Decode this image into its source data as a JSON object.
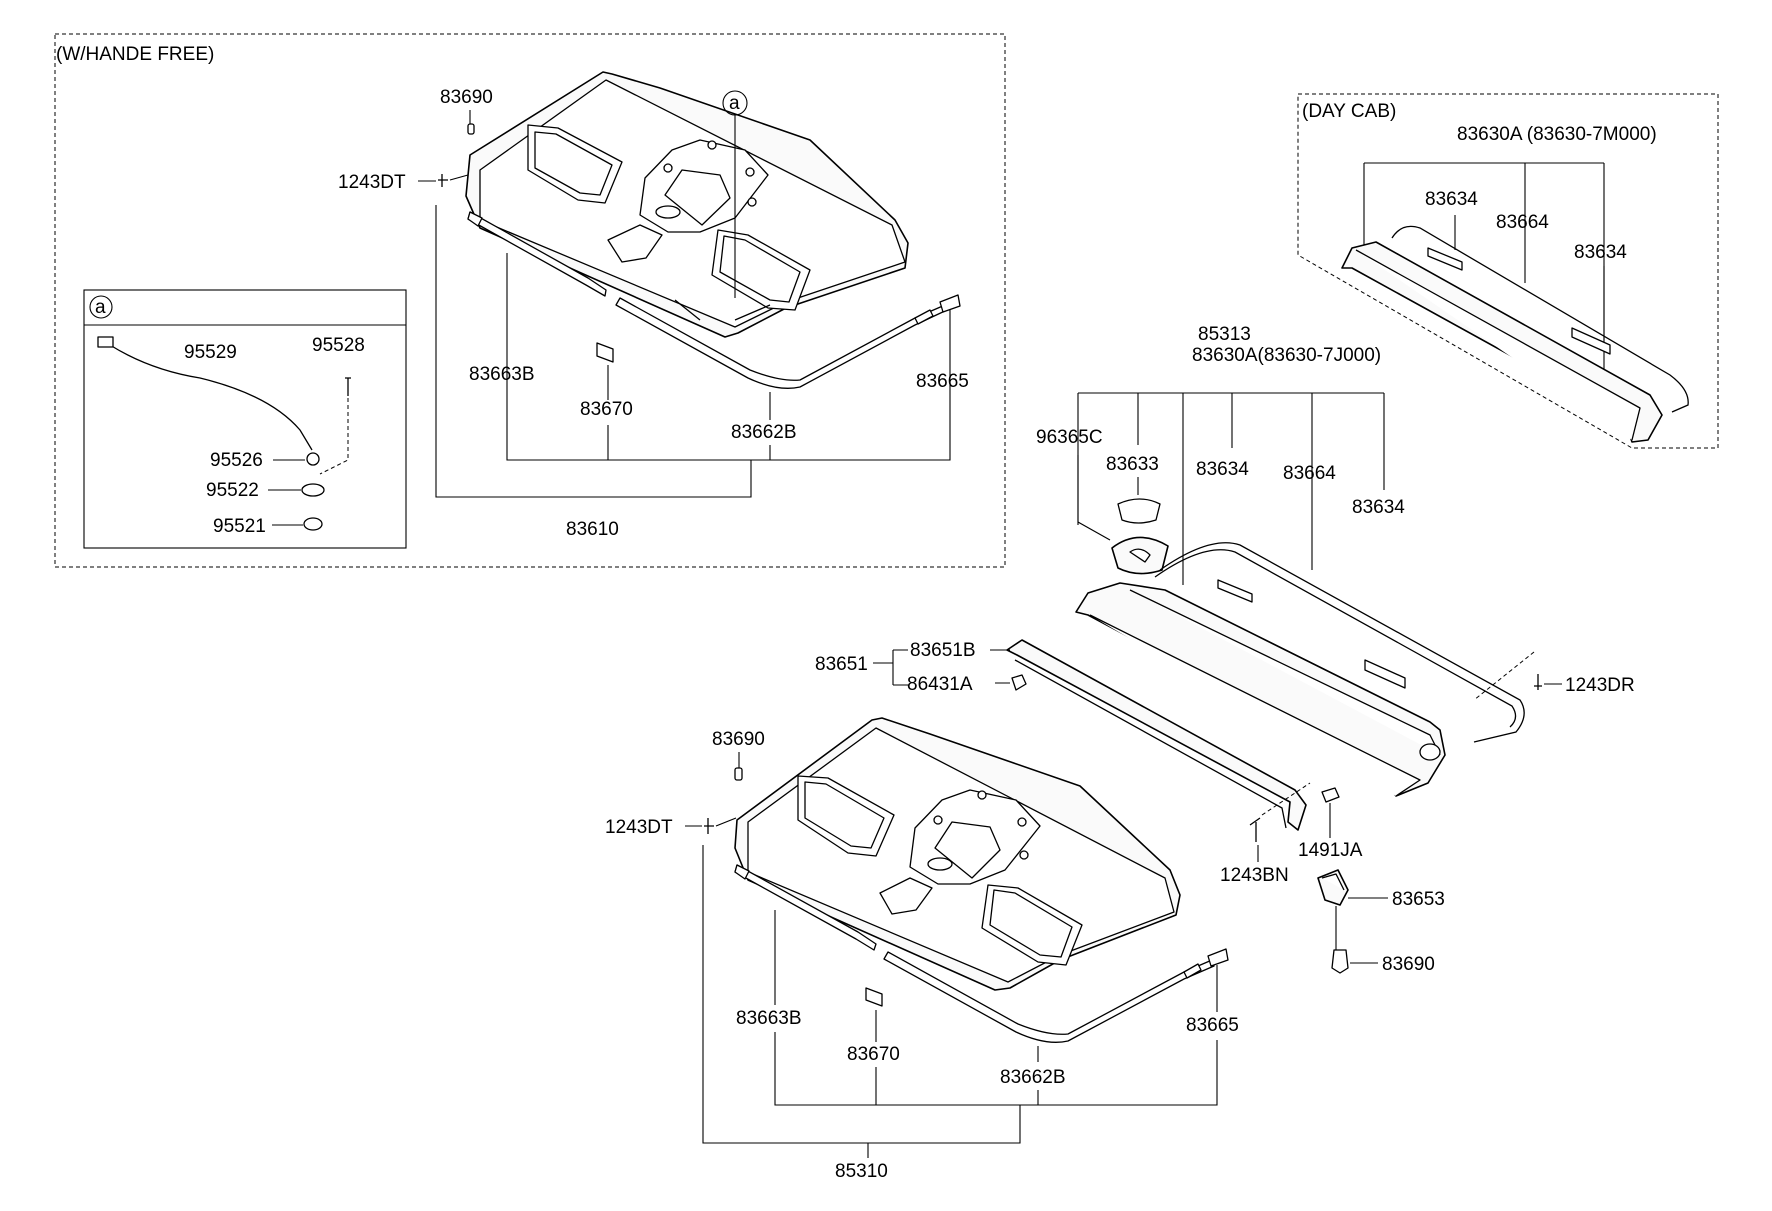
{
  "diagram": {
    "groups": {
      "hands_free": "(W/HANDE FREE)",
      "day_cab": "(DAY CAB)",
      "detail_a_marker": "a",
      "callout_a": "a"
    },
    "labels": {
      "hf_83690": "83690",
      "hf_1243DT": "1243DT",
      "hf_83663B": "83663B",
      "hf_83670": "83670",
      "hf_83662B": "83662B",
      "hf_83665": "83665",
      "hf_83610": "83610",
      "a_95529": "95529",
      "a_95528": "95528",
      "a_95526": "95526",
      "a_95522": "95522",
      "a_95521": "95521",
      "dc_83630A": "83630A (83630-7M000)",
      "dc_83634_l": "83634",
      "dc_83664": "83664",
      "dc_83634_r": "83634",
      "m_85313": "85313",
      "m_83630A": "83630A(83630-7J000)",
      "m_96365C": "96365C",
      "m_83633": "83633",
      "m_83634_l": "83634",
      "m_83664": "83664",
      "m_83634_r": "83634",
      "m_1243DR": "1243DR",
      "m_83651": "83651",
      "m_83651B": "83651B",
      "m_86431A": "86431A",
      "m_1243BN": "1243BN",
      "m_1491JA": "1491JA",
      "m_83653": "83653",
      "m_83690_r": "83690",
      "b_83690": "83690",
      "b_1243DT": "1243DT",
      "b_83663B": "83663B",
      "b_83670": "83670",
      "b_83662B": "83662B",
      "b_83665": "83665",
      "b_85310": "85310"
    }
  }
}
